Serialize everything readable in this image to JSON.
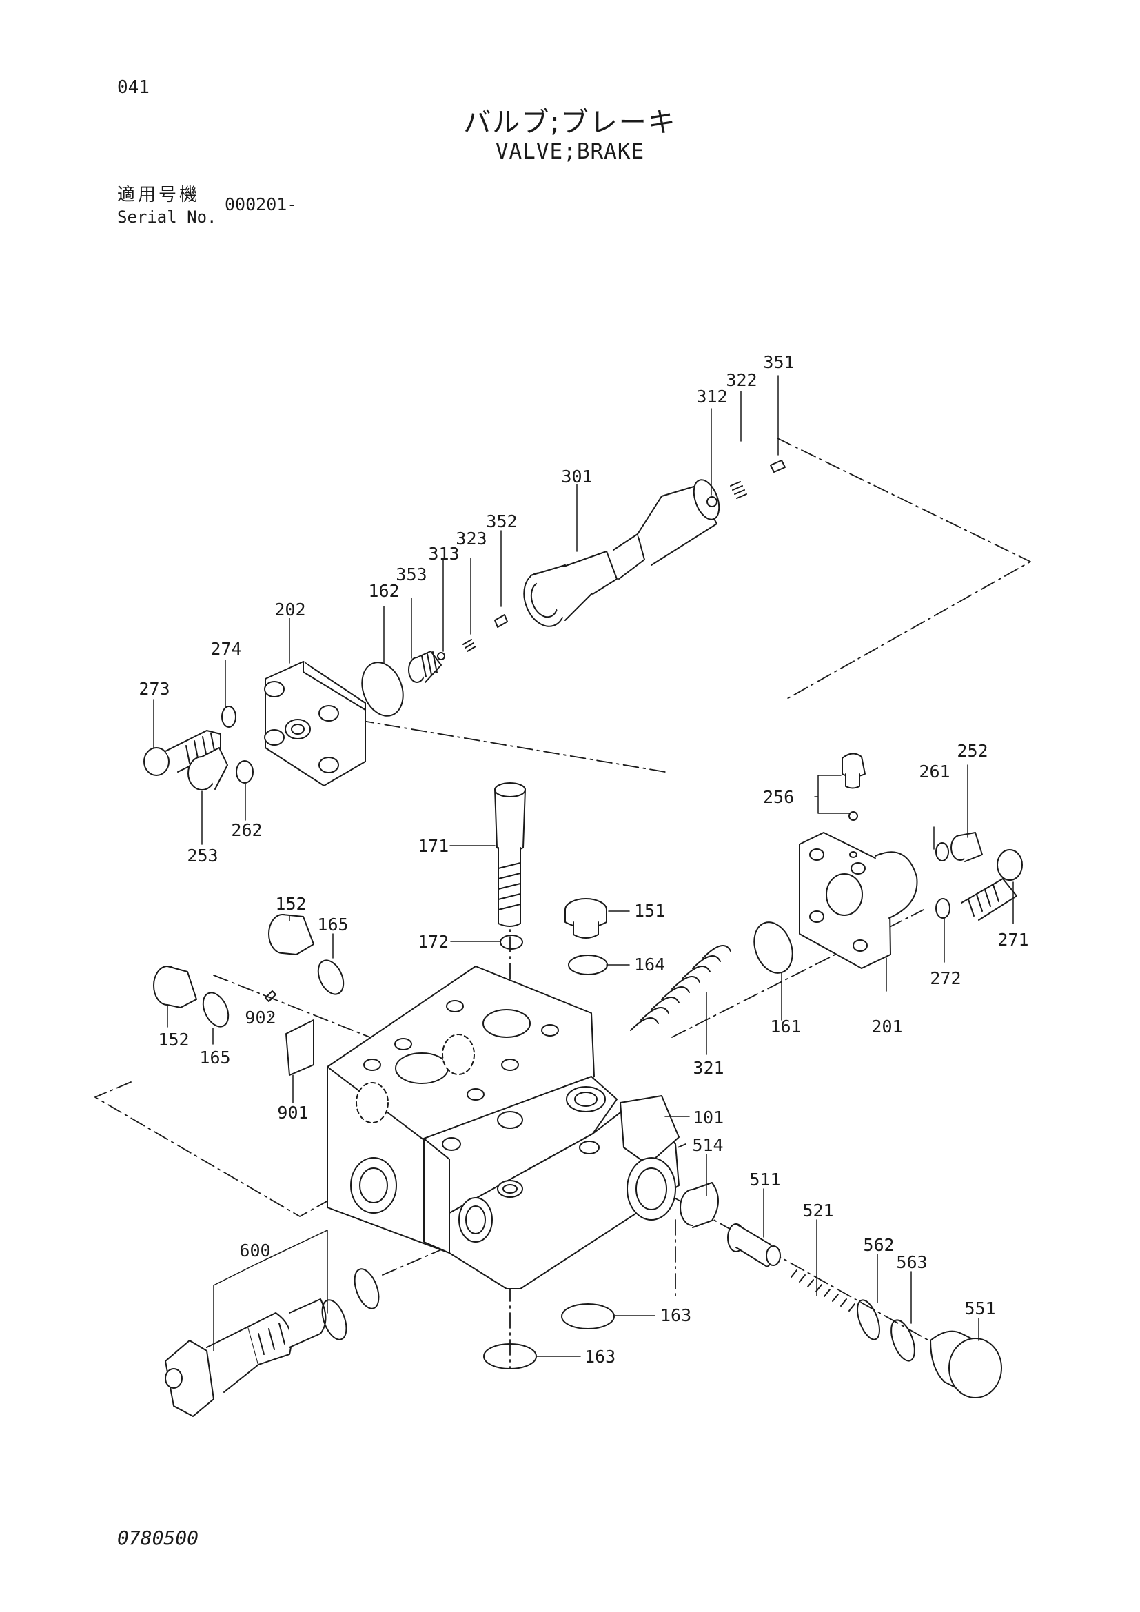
{
  "page_number": "041",
  "title_jp": "バルブ;ブレーキ",
  "title_en": "VALVE;BRAKE",
  "serial_label_jp": "適用号機",
  "serial_label_en": "Serial No.",
  "serial_range": "000201-",
  "drawing_code": "0780500",
  "parts": {
    "p351": "351",
    "p322": "322",
    "p312": "312",
    "p301": "301",
    "p352": "352",
    "p323": "323",
    "p313": "313",
    "p353": "353",
    "p162": "162",
    "p202": "202",
    "p274": "274",
    "p273": "273",
    "p253": "253",
    "p262": "262",
    "p171": "171",
    "p172": "172",
    "p151": "151",
    "p164": "164",
    "p152a": "152",
    "p165a": "165",
    "p152b": "152",
    "p165b": "165",
    "p902": "902",
    "p901": "901",
    "p256": "256",
    "p261": "261",
    "p252": "252",
    "p271": "271",
    "p272": "272",
    "p201": "201",
    "p161": "161",
    "p321": "321",
    "p101": "101",
    "p514": "514",
    "p511": "511",
    "p521": "521",
    "p562": "562",
    "p563": "563",
    "p551": "551",
    "p600": "600",
    "p163a": "163",
    "p163b": "163"
  },
  "colors": {
    "ink": "#1a1a1a",
    "paper": "#ffffff"
  }
}
